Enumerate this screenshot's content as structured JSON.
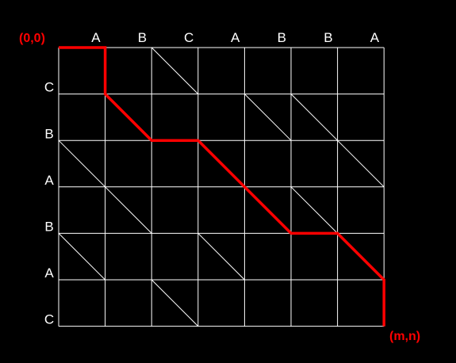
{
  "diagram": {
    "top_sequence": [
      "A",
      "B",
      "C",
      "A",
      "B",
      "B",
      "A"
    ],
    "left_sequence": [
      "C",
      "B",
      "A",
      "B",
      "A",
      "C"
    ],
    "start_label": "(0,0)",
    "end_label": "(m,n)",
    "diagonal_cells": [
      [
        0,
        2
      ],
      [
        1,
        4
      ],
      [
        1,
        5
      ],
      [
        2,
        0
      ],
      [
        2,
        6
      ],
      [
        3,
        1
      ],
      [
        3,
        5
      ],
      [
        4,
        0
      ],
      [
        4,
        3
      ],
      [
        5,
        2
      ]
    ],
    "path": [
      [
        0,
        0
      ],
      [
        0,
        1
      ],
      [
        1,
        1
      ],
      [
        2,
        2
      ],
      [
        2,
        3
      ],
      [
        3,
        4
      ],
      [
        4,
        5
      ],
      [
        4,
        6
      ],
      [
        5,
        7
      ],
      [
        6,
        7
      ]
    ],
    "colors": {
      "background": "#000000",
      "grid": "#ffffff",
      "labels": "#ffffff",
      "path": "#ff0000",
      "corner_labels": "#ff0000"
    }
  }
}
